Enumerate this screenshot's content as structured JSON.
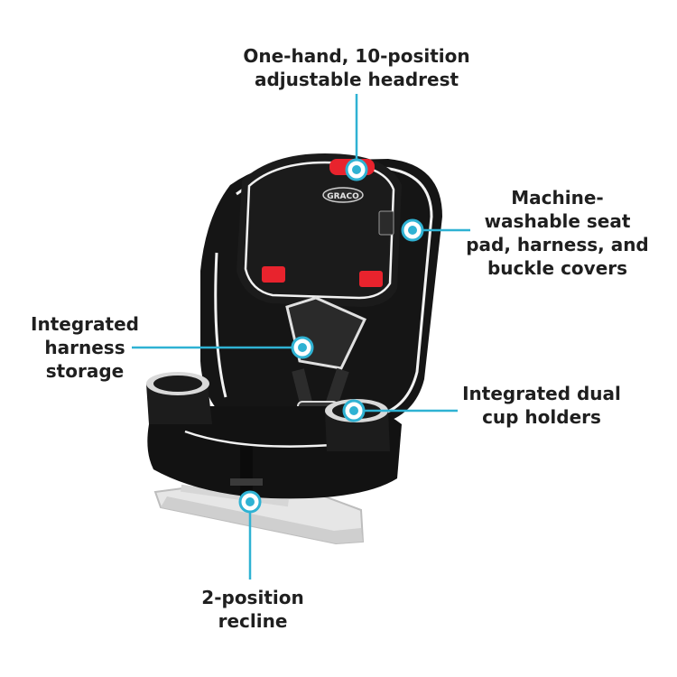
{
  "brand_logo": "GRACO",
  "accent_color": "#2fb2d3",
  "seat_colors": {
    "body": "#111111",
    "piping": "#ffffff",
    "accent": "#e8232d",
    "base": "#e4e4e4"
  },
  "callouts": {
    "headrest": [
      "One-hand, 10-position",
      "adjustable headrest"
    ],
    "washable": [
      "Machine-",
      "washable seat",
      "pad, harness, and",
      "buckle covers"
    ],
    "harness_storage": [
      "Integrated",
      "harness",
      "storage"
    ],
    "cup_holders": [
      "Integrated dual",
      "cup holders"
    ],
    "recline": [
      "2-position",
      "recline"
    ]
  }
}
